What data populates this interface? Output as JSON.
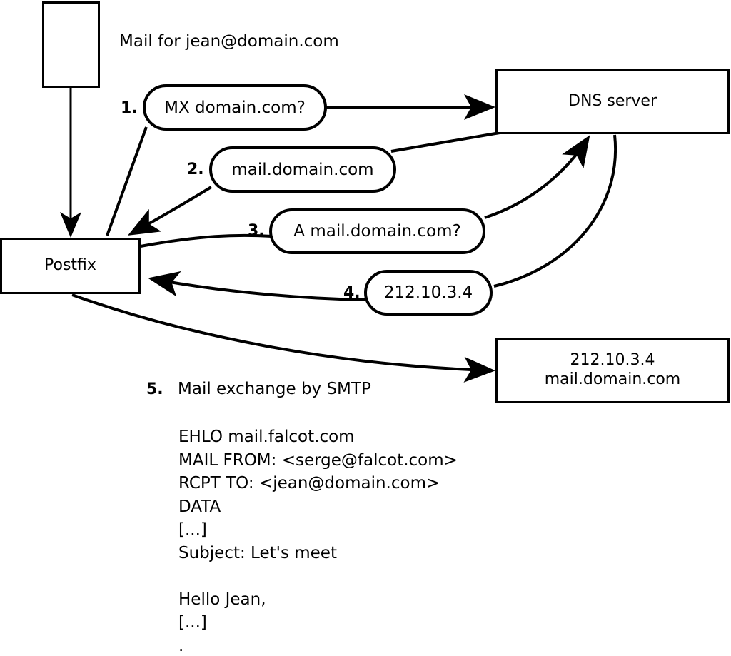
{
  "diagram": {
    "title_text": "Mail for jean@domain.com",
    "nodes": {
      "sender": {
        "label": ""
      },
      "postfix": {
        "label": "Postfix"
      },
      "dns": {
        "label": "DNS server"
      },
      "target": {
        "line1": "212.10.3.4",
        "line2": "mail.domain.com"
      }
    },
    "steps": [
      {
        "num": "1.",
        "label": "MX domain.com?"
      },
      {
        "num": "2.",
        "label": "mail.domain.com"
      },
      {
        "num": "3.",
        "label": "A mail.domain.com?"
      },
      {
        "num": "4.",
        "label": "212.10.3.4"
      },
      {
        "num": "5.",
        "label": "Mail exchange by SMTP"
      }
    ],
    "smtp_transcript": [
      "EHLO mail.falcot.com",
      "MAIL FROM: <serge@falcot.com>",
      "RCPT TO: <jean@domain.com>",
      "DATA",
      "[...]",
      "Subject: Let's meet",
      "",
      "Hello Jean,",
      "[...]",
      "."
    ],
    "colors": {
      "stroke": "#000000",
      "fill": "#ffffff",
      "text": "#000000"
    }
  }
}
